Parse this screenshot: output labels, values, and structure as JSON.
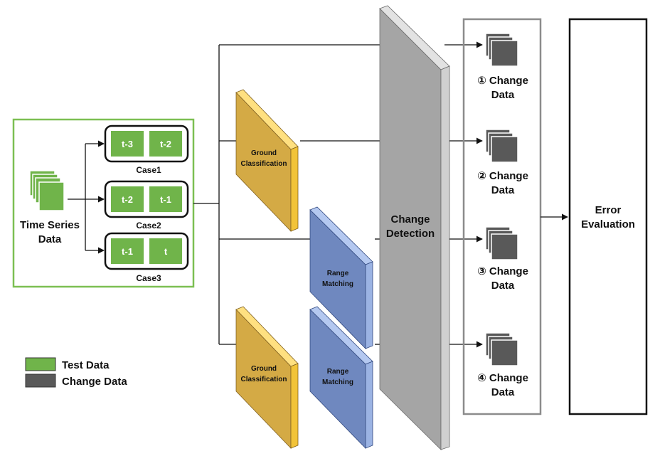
{
  "input": {
    "title_line1": "Time Series",
    "title_line2": "Data",
    "cases": [
      {
        "left": "t-3",
        "right": "t-2",
        "label": "Case1"
      },
      {
        "left": "t-2",
        "right": "t-1",
        "label": "Case2"
      },
      {
        "left": "t-1",
        "right": "t",
        "label": "Case3"
      }
    ]
  },
  "modules": {
    "ground_line1": "Ground",
    "ground_line2": "Classification",
    "range_line1": "Range",
    "range_line2": "Matching",
    "change_line1": "Change",
    "change_line2": "Detection"
  },
  "outputs": [
    {
      "line1": "① Change",
      "line2": "Data"
    },
    {
      "line1": "② Change",
      "line2": "Data"
    },
    {
      "line1": "③ Change",
      "line2": "Data"
    },
    {
      "line1": "④ Change",
      "line2": "Data"
    }
  ],
  "evaluation": {
    "line1": "Error",
    "line2": "Evaluation"
  },
  "legend": {
    "test_label": "Test Data",
    "change_label": "Change Data"
  },
  "colors": {
    "test_green": "#70b44a",
    "change_gray": "#595959",
    "ground_gold": "#d4aa45",
    "range_blue": "#6f88bf",
    "detection_gray": "#a5a5a5",
    "box_green": "#7cbf52"
  }
}
